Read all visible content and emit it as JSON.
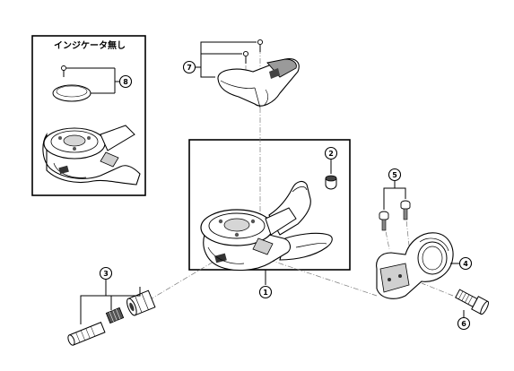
{
  "inset": {
    "title": "インジケータ無し"
  },
  "callouts": [
    {
      "id": "1",
      "label": "1"
    },
    {
      "id": "2",
      "label": "2"
    },
    {
      "id": "3",
      "label": "3"
    },
    {
      "id": "4",
      "label": "4"
    },
    {
      "id": "5",
      "label": "5"
    },
    {
      "id": "6",
      "label": "6"
    },
    {
      "id": "7",
      "label": "7"
    },
    {
      "id": "8",
      "label": "8"
    }
  ],
  "colors": {
    "line": "#000000",
    "part_fill": "#ffffff",
    "shade": "#bdbdbd",
    "dark": "#333333"
  }
}
